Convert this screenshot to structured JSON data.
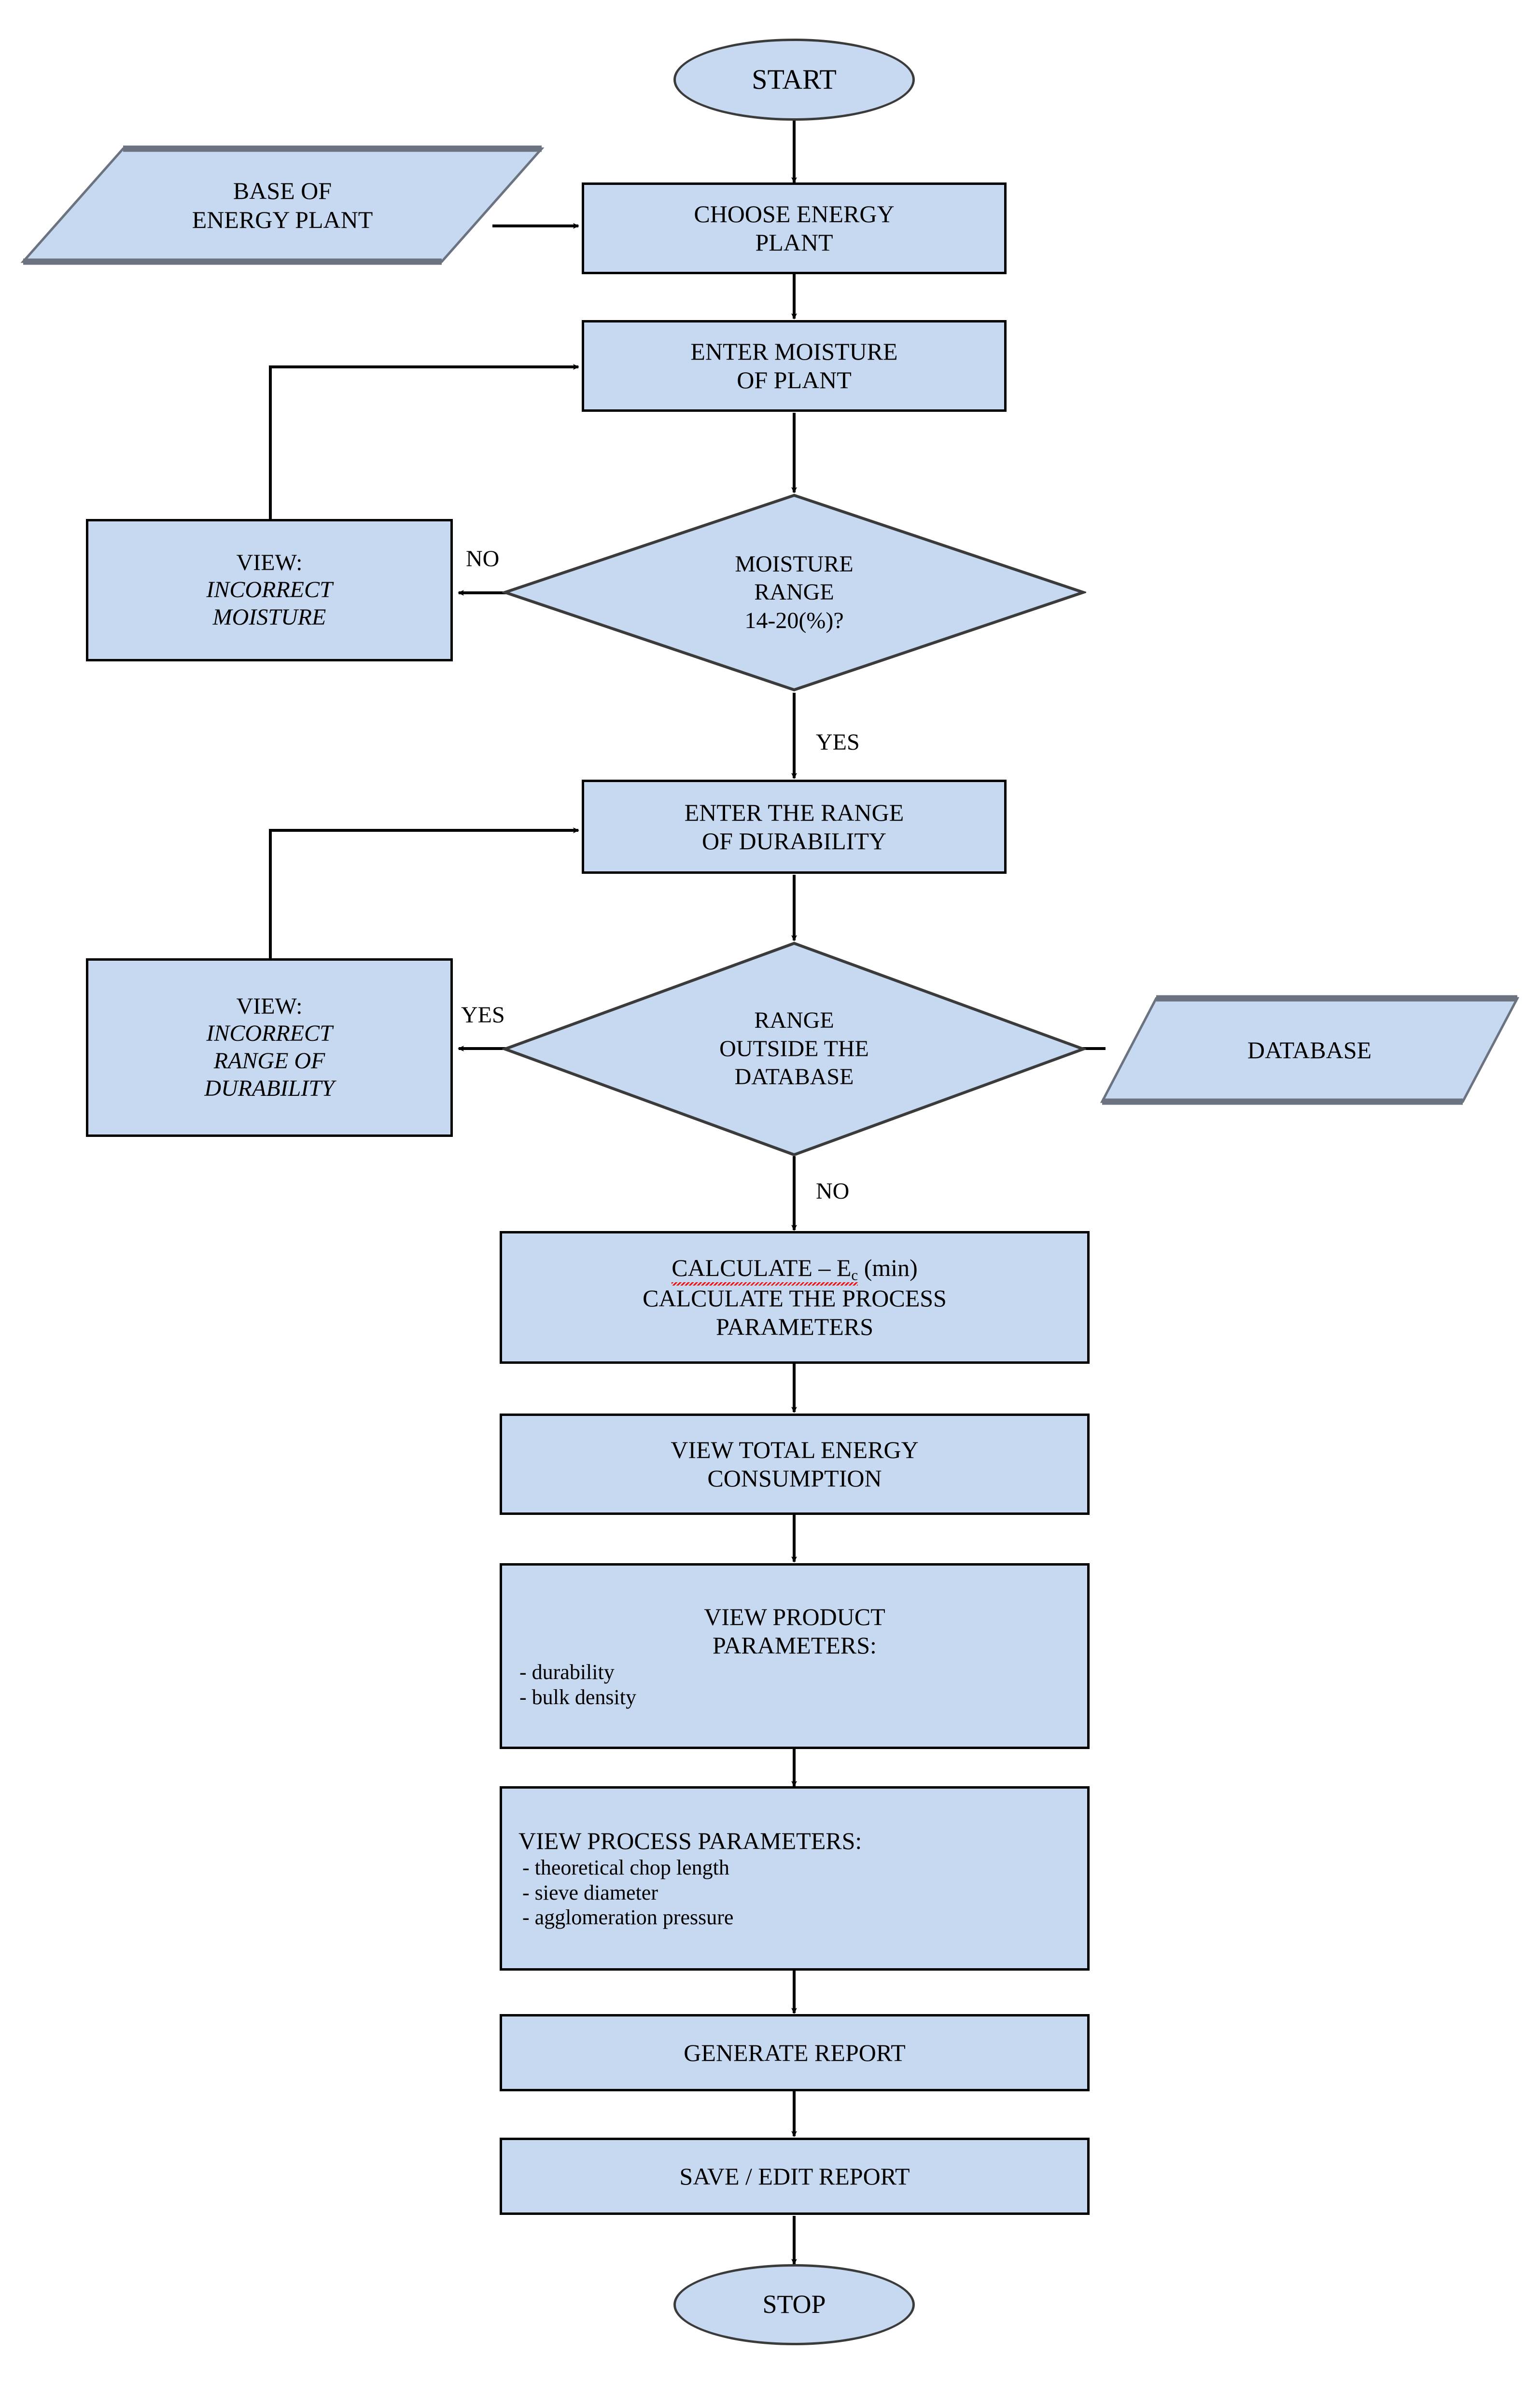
{
  "diagram": {
    "title": "Energy plant briquetting process flowchart",
    "fill_color": "#c6d9f1",
    "stroke_color": "#000000",
    "terminator_stroke_color": "#3b3b3b"
  },
  "nodes": {
    "start": {
      "label": "START",
      "shape": "terminator"
    },
    "base_of_energy_plant": {
      "line1": "BASE OF",
      "line2": "ENERGY PLANT",
      "shape": "input-parallelogram"
    },
    "choose_energy_plant": {
      "line1": "CHOOSE ENERGY",
      "line2": "PLANT",
      "shape": "process"
    },
    "enter_moisture": {
      "line1": "ENTER MOISTURE",
      "line2": "OF PLANT",
      "shape": "process"
    },
    "moisture_decision": {
      "line1": "MOISTURE",
      "line2": "RANGE",
      "line3": "14-20(%)?",
      "shape": "decision"
    },
    "view_incorrect_moisture": {
      "line1": "VIEW:",
      "line2": "INCORRECT",
      "line3": "MOISTURE",
      "shape": "process"
    },
    "enter_range_durability": {
      "line1": "ENTER THE RANGE",
      "line2": "OF DURABILITY",
      "shape": "process"
    },
    "range_outside_database": {
      "line1": "RANGE",
      "line2": "OUTSIDE THE",
      "line3": "DATABASE",
      "shape": "decision"
    },
    "view_incorrect_range": {
      "line1": "VIEW:",
      "line2": "INCORRECT",
      "line3": "RANGE OF",
      "line4": "DURABILITY",
      "shape": "process"
    },
    "database": {
      "label": "DATABASE",
      "shape": "input-parallelogram"
    },
    "calculate": {
      "line1_pre": "CALCULATE – E",
      "line1_sub": "c",
      "line1_post": " (min)",
      "line2": "CALCULATE THE PROCESS",
      "line3": "PARAMETERS",
      "shape": "process"
    },
    "view_total_energy": {
      "line1": "VIEW TOTAL ENERGY",
      "line2": "CONSUMPTION",
      "shape": "process"
    },
    "view_product_parameters": {
      "line1": "VIEW PRODUCT",
      "line2": "PARAMETERS:",
      "bullets": [
        "- durability",
        "- bulk density"
      ],
      "shape": "process"
    },
    "view_process_parameters": {
      "line1": "VIEW PROCESS PARAMETERS:",
      "bullets": [
        "- theoretical chop length",
        "- sieve diameter",
        "- agglomeration pressure"
      ],
      "shape": "process"
    },
    "generate_report": {
      "label": "GENERATE REPORT",
      "shape": "process"
    },
    "save_edit_report": {
      "label": "SAVE / EDIT REPORT",
      "shape": "process"
    },
    "stop": {
      "label": "STOP",
      "shape": "terminator"
    }
  },
  "edge_labels": {
    "moisture_no": "NO",
    "moisture_yes": "YES",
    "range_yes": "YES",
    "range_no": "NO"
  }
}
